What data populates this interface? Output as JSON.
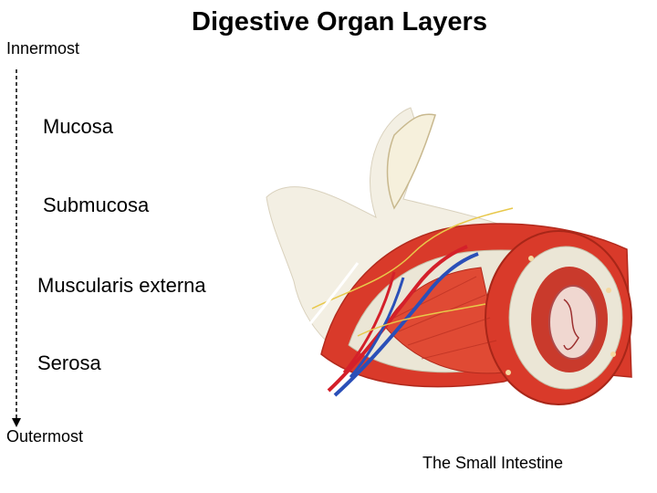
{
  "title": "Digestive Organ Layers",
  "axis": {
    "start_label": "Innermost",
    "end_label": "Outermost"
  },
  "layers": [
    "Mucosa",
    "Submucosa",
    "Muscularis externa",
    "Serosa"
  ],
  "caption": "The Small Intestine",
  "colors": {
    "muscle": "#d93a2a",
    "submucosa": "#ebe6d6",
    "serosa": "#f2ead7",
    "artery": "#d4202a",
    "vein": "#2a4fb8",
    "nerve": "#e8c84a"
  }
}
